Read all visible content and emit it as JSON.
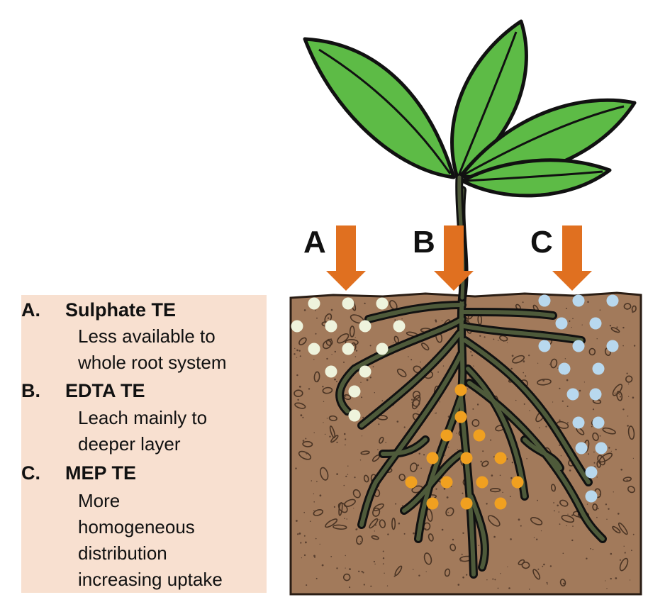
{
  "arrows": [
    {
      "label": "A"
    },
    {
      "label": "B"
    },
    {
      "label": "C"
    }
  ],
  "legend": {
    "items": [
      {
        "letter": "A.",
        "title": "Sulphate TE",
        "desc": [
          "Less available to",
          "whole root system"
        ]
      },
      {
        "letter": "B.",
        "title": "EDTA TE",
        "desc": [
          "Leach mainly to",
          "deeper layer"
        ]
      },
      {
        "letter": "C.",
        "title": "MEP TE",
        "desc": [
          "More",
          "homogeneous",
          "distribution",
          "increasing uptake"
        ]
      }
    ]
  },
  "colors": {
    "soil": "#a27a5b",
    "legend_bg": "#f8e0d0",
    "leaf": "#5dbb46",
    "root": "#4e5a3a",
    "arrow": "#e07020",
    "particles_a": "#eef3dc",
    "particles_b": "#f0a020",
    "particles_c": "#b8d8ee"
  }
}
